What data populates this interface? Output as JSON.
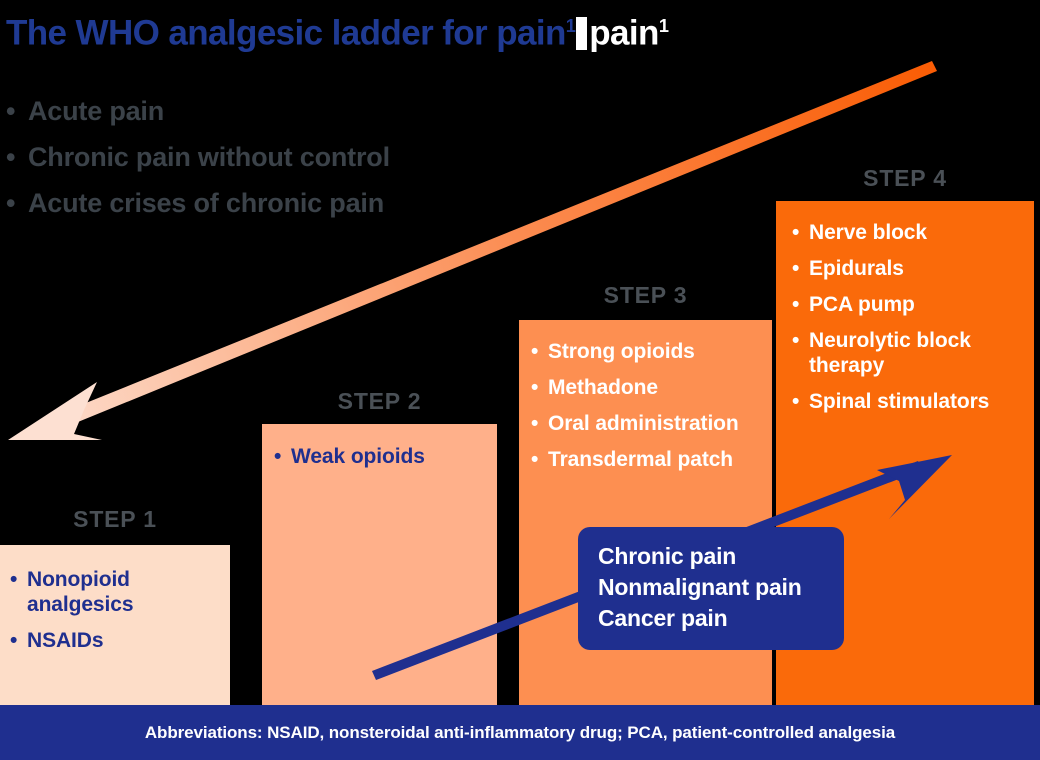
{
  "title": {
    "main": "The WHO analgesic ladder for ",
    "word_blue": "pain",
    "sup_blue": "1",
    "word_white": "pain",
    "sup_white": "1"
  },
  "top_list": {
    "items": [
      "Acute pain",
      "Chronic pain without control",
      "Acute crises of chronic pain"
    ]
  },
  "steps": [
    {
      "label": "STEP 1",
      "bg": "#fdddc8",
      "text_color": "#1f2f8f",
      "items": [
        "Nonopioid analgesics",
        "NSAIDs"
      ]
    },
    {
      "label": "STEP 2",
      "bg": "#ffb08a",
      "text_color": "#1f2f8f",
      "items": [
        "Weak opioids"
      ]
    },
    {
      "label": "STEP 3",
      "bg": "#fd8f51",
      "text_color": "#ffffff",
      "items": [
        "Strong opioids",
        "Methadone",
        "Oral administration",
        "Transdermal patch"
      ]
    },
    {
      "label": "STEP 4",
      "bg": "#fa6a0a",
      "text_color": "#ffffff",
      "items": [
        "Nerve block",
        "Epidurals",
        "PCA pump",
        "Neurolytic block therapy",
        "Spinal stimulators"
      ]
    }
  ],
  "callout": {
    "lines": [
      "Chronic pain",
      "Nonmalignant pain",
      "Cancer pain"
    ],
    "bg": "#1f2f8f",
    "text_color": "#ffffff"
  },
  "arrows": {
    "descending": {
      "name": "descending-gradient-arrow",
      "direction": "down-left",
      "color_start": "#fa5d05",
      "color_end": "#fde0d2"
    },
    "ascending": {
      "name": "ascending-blue-arrow",
      "direction": "up-right",
      "color": "#1f2f8f"
    }
  },
  "footer": {
    "text": "Abbreviations: NSAID, nonsteroidal anti-inflammatory drug; PCA, patient-controlled analgesia",
    "bg": "#1f2f8f",
    "text_color": "#ffffff"
  },
  "colors": {
    "background": "#000000",
    "brand_blue": "#1f2f8f",
    "title_blue": "#1f3a93",
    "muted_gray": "#4a5056"
  }
}
